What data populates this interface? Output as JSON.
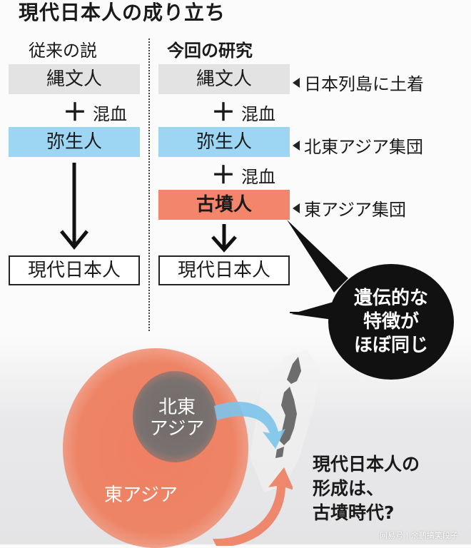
{
  "title": "現代日本人の成り立ち",
  "columns": {
    "left": {
      "heading": "従来の説",
      "steps": [
        "縄文人",
        "弥生人"
      ],
      "mix_label": "混血",
      "result": "現代日本人"
    },
    "right": {
      "heading": "今回の研究",
      "steps": [
        "縄文人",
        "弥生人",
        "古墳人"
      ],
      "mix_labels": [
        "混血",
        "混血"
      ],
      "result": "現代日本人",
      "notes": [
        "日本列島に土着",
        "北東アジア集団",
        "東アジア集団"
      ]
    }
  },
  "callout": {
    "lines": [
      "遺伝的な",
      "特徴が",
      "ほぼ同じ"
    ]
  },
  "map": {
    "regions": {
      "northeast_asia": [
        "北東",
        "アジア"
      ],
      "east_asia": "東アジア"
    },
    "question_lines": [
      "現代日本人の",
      "形成は、",
      "古墳時代?"
    ]
  },
  "credit": "网易号 | 余鹏搞笑段子",
  "colors": {
    "jomon": "#e3e3e3",
    "yayoi": "#9dd6f3",
    "kofun": "#f2856a",
    "bubble": "#111111",
    "arrow_blue": "#7cc3ea",
    "arrow_salmon": "#ee7d5e"
  }
}
